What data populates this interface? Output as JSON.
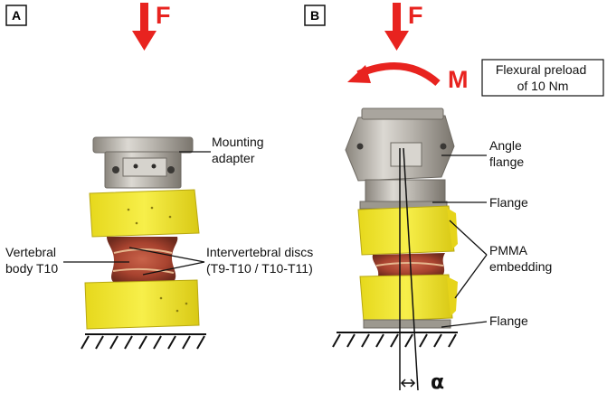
{
  "colors": {
    "force_red": "#e8231f",
    "foam_yellow": "#f4ea2a",
    "metal_light": "#c9c6c0",
    "metal_dark": "#8a857d",
    "tissue_red": "#a8432f",
    "ink": "#111111"
  },
  "panel_a": {
    "badge": "A",
    "force_label": "F",
    "labels": {
      "mounting_adapter": [
        "Mounting",
        "adapter"
      ],
      "vertebral_body": [
        "Vertebral",
        "body T10"
      ],
      "intervertebral_discs": [
        "Intervertebral discs",
        "(T9-T10 / T10-T11)"
      ]
    }
  },
  "panel_b": {
    "badge": "B",
    "force_label": "F",
    "moment_label": "M",
    "preload_box": [
      "Flexural preload",
      "of 10 Nm"
    ],
    "labels": {
      "angle_flange": [
        "Angle",
        "flange"
      ],
      "flange_top": "Flange",
      "pmma_embedding": [
        "PMMA",
        "embedding"
      ],
      "flange_bottom": "Flange"
    },
    "angle_symbol": "α"
  }
}
